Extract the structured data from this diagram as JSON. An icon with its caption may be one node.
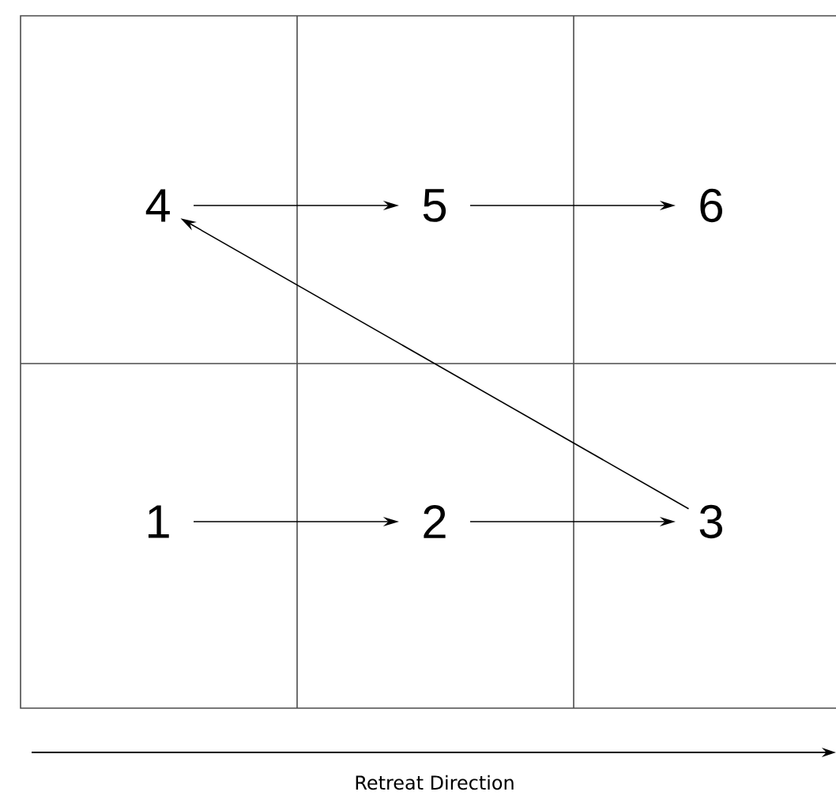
{
  "diagram": {
    "nodes": [
      {
        "text": [
          "4"
        ]
      },
      {
        "text": [
          "5"
        ]
      },
      {
        "text": [
          "6"
        ]
      },
      {
        "text": [
          "1"
        ]
      },
      {
        "text": [
          "2"
        ]
      },
      {
        "text": [
          "3"
        ]
      }
    ],
    "edges": [
      {
        "from": 0,
        "to": 1,
        "arrow": "to"
      },
      {
        "from": 1,
        "to": 2,
        "arrow": "to"
      },
      {
        "from": 3,
        "to": 4,
        "arrow": "to"
      },
      {
        "from": 4,
        "to": 5,
        "arrow": "to"
      },
      {
        "from": 5,
        "to": 0,
        "arrow": "to"
      }
    ],
    "labels": [
      "Retreat Direction"
    ]
  }
}
